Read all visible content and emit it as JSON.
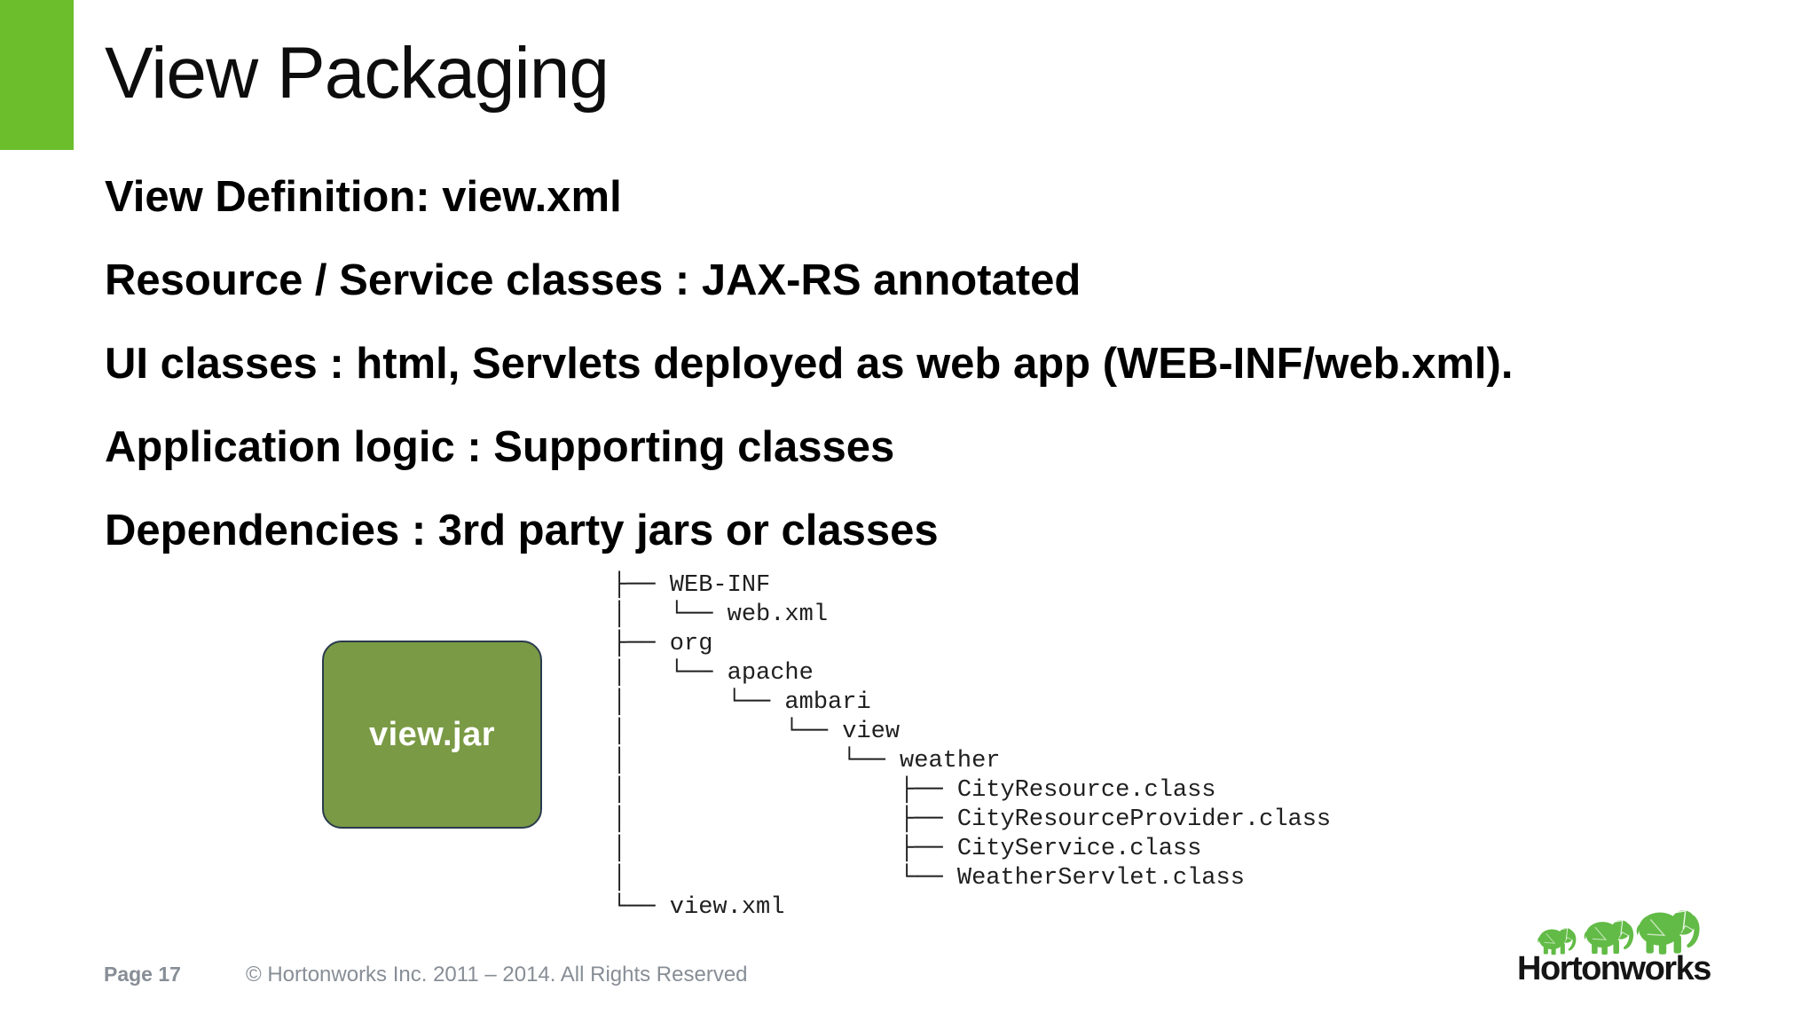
{
  "title": "View Packaging",
  "bullets": [
    "View Definition: view.xml",
    "Resource / Service classes : JAX-RS annotated",
    "UI classes : html, Servlets deployed as web app (WEB-INF/web.xml).",
    "Application logic : Supporting classes",
    "Dependencies : 3rd party jars or classes"
  ],
  "package_box": {
    "label": "view.jar",
    "fill": "#7a9a45",
    "border": "#2b3b4e"
  },
  "file_tree": {
    "lines": [
      "├── WEB-INF",
      "│   └── web.xml",
      "├── org",
      "│   └── apache",
      "│       └── ambari",
      "│           └── view",
      "│               └── weather",
      "│                   ├── CityResource.class",
      "│                   ├── CityResourceProvider.class",
      "│                   ├── CityService.class",
      "│                   └── WeatherServlet.class",
      "└── view.xml"
    ]
  },
  "footer": {
    "page_label": "Page 17",
    "copyright": "© Hortonworks Inc. 2011 – 2014. All Rights Reserved"
  },
  "logo": {
    "brand": "Hortonworks",
    "green": "#62bb46",
    "icon": "hortonworks-elephants-icon"
  },
  "colors": {
    "accent_green": "#6cbe2c",
    "footer_gray": "#878e96",
    "text_black": "#000000"
  }
}
